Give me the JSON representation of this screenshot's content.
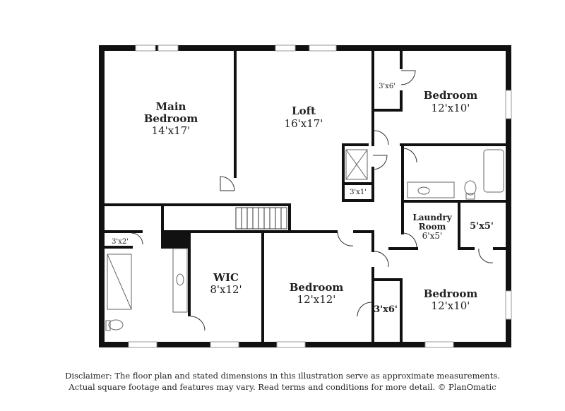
{
  "rooms": {
    "main_bedroom": {
      "name_line1": "Main",
      "name_line2": "Bedroom",
      "dims": "14'x17'"
    },
    "loft": {
      "name": "Loft",
      "dims": "16'x17'"
    },
    "bedroom_ne": {
      "name": "Bedroom",
      "dims": "12'x10'"
    },
    "bedroom_center": {
      "name": "Bedroom",
      "dims": "12'x12'"
    },
    "bedroom_se": {
      "name": "Bedroom",
      "dims": "12'x10'"
    },
    "wic": {
      "name": "WIC",
      "dims": "8'x12'"
    },
    "laundry": {
      "name_line1": "Laundry",
      "name_line2": "Room",
      "dims": "6'x5'"
    },
    "closet_5x5": {
      "label": "5'x5'"
    },
    "closet_3x6_top": {
      "label": "3'x6'"
    },
    "closet_3x6_bottom": {
      "label": "3'x6'"
    },
    "closet_3x1": {
      "label": "3'x1'"
    },
    "closet_3x2": {
      "label": "3'x2'"
    }
  },
  "disclaimer": {
    "line1": "Disclaimer: The floor plan and stated dimensions in this illustration serve as approximate measurements.",
    "line2": "Actual square footage and features may vary. Read terms and conditions for more detail. © PlanOmatic"
  },
  "colors": {
    "wall": "#111111",
    "fixture": "#666666",
    "window": "#999999"
  }
}
